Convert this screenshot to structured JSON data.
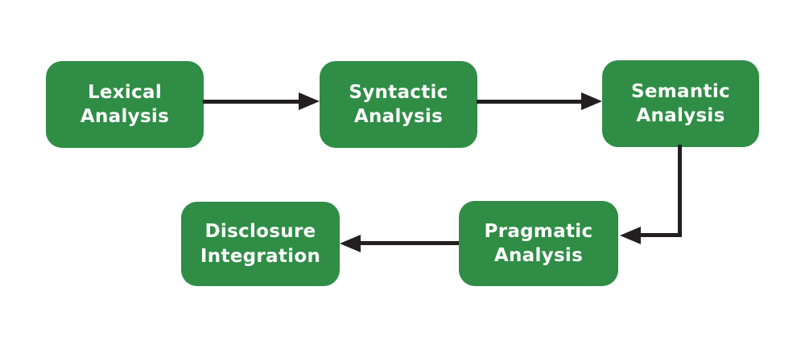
{
  "diagram": {
    "type": "flowchart",
    "nodes": [
      {
        "id": "lexical",
        "label": "Lexical Analysis"
      },
      {
        "id": "syntactic",
        "label": "Syntactic Analysis"
      },
      {
        "id": "semantic",
        "label": "Semantic Analysis"
      },
      {
        "id": "pragmatic",
        "label": "Pragmatic Analysis"
      },
      {
        "id": "disclosure",
        "label": "Disclosure Integration"
      }
    ],
    "edges": [
      {
        "from": "Lexical Analysis",
        "to": "Syntactic Analysis",
        "direction": "right"
      },
      {
        "from": "Syntactic Analysis",
        "to": "Semantic Analysis",
        "direction": "right"
      },
      {
        "from": "Semantic Analysis",
        "to": "Pragmatic Analysis",
        "direction": "down-left-elbow"
      },
      {
        "from": "Pragmatic Analysis",
        "to": "Disclosure Integration",
        "direction": "left"
      }
    ],
    "colors": {
      "node_fill": "#2f8d46",
      "node_text": "#ffffff",
      "arrow": "#231f20",
      "background": "#ffffff"
    }
  }
}
